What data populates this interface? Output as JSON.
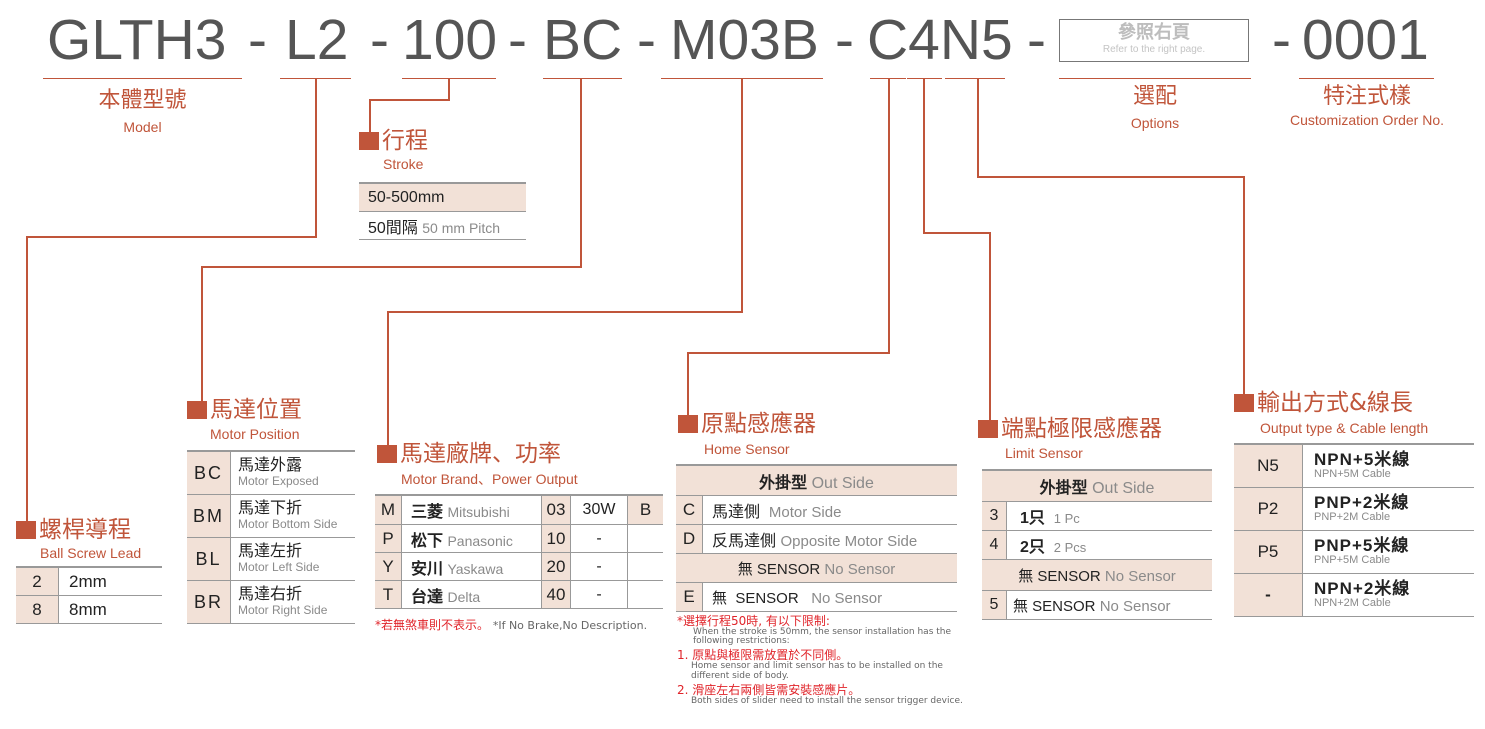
{
  "model_code": {
    "segments": [
      "GLTH3",
      "L2",
      "100",
      "BC",
      "M03B",
      "C4N5",
      "0001"
    ],
    "separator": "-",
    "options_box": {
      "zh": "參照右頁",
      "en": "Refer to the right page."
    }
  },
  "top_labels": {
    "model": {
      "zh": "本體型號",
      "en": "Model"
    },
    "options": {
      "zh": "選配",
      "en": "Options"
    },
    "custom": {
      "zh": "特注式樣",
      "en": "Customization Order No."
    }
  },
  "stroke": {
    "title_zh": "行程",
    "title_en": "Stroke",
    "rows": [
      {
        "main": "50-500mm",
        "sub": ""
      },
      {
        "main": "50間隔",
        "sub": "50 mm Pitch"
      }
    ]
  },
  "lead": {
    "title_zh": "螺桿導程",
    "title_en": "Ball Screw Lead",
    "rows": [
      {
        "code": "2",
        "value": "2mm"
      },
      {
        "code": "8",
        "value": "8mm"
      }
    ]
  },
  "motor_position": {
    "title_zh": "馬達位置",
    "title_en": "Motor Position",
    "rows": [
      {
        "code": "BC",
        "zh": "馬達外露",
        "en": "Motor Exposed"
      },
      {
        "code": "BM",
        "zh": "馬達下折",
        "en": "Motor Bottom Side"
      },
      {
        "code": "BL",
        "zh": "馬達左折",
        "en": "Motor Left Side"
      },
      {
        "code": "BR",
        "zh": "馬達右折",
        "en": "Motor Right Side"
      }
    ]
  },
  "motor_brand": {
    "title_zh": "馬達廠牌、功率",
    "title_en": "Motor Brand、Power Output",
    "rows": [
      {
        "code": "M",
        "zh": "三菱",
        "en": "Mitsubishi",
        "pcode": "03",
        "power": "30W",
        "brake": "B"
      },
      {
        "code": "P",
        "zh": "松下",
        "en": "Panasonic",
        "pcode": "10",
        "power": "-",
        "brake": ""
      },
      {
        "code": "Y",
        "zh": "安川",
        "en": "Yaskawa",
        "pcode": "20",
        "power": "-",
        "brake": ""
      },
      {
        "code": "T",
        "zh": "台達",
        "en": "Delta",
        "pcode": "40",
        "power": "-",
        "brake": ""
      }
    ],
    "note_zh": "*若無煞車則不表示。",
    "note_en": "*If No Brake,No Description."
  },
  "home_sensor": {
    "title_zh": "原點感應器",
    "title_en": "Home Sensor",
    "group1": {
      "zh": "外掛型",
      "en": "Out Side"
    },
    "rows1": [
      {
        "code": "C",
        "zh": "馬達側",
        "en": "Motor Side"
      },
      {
        "code": "D",
        "zh": "反馬達側",
        "en": "Opposite Motor Side"
      }
    ],
    "group2": {
      "zh": "無 SENSOR",
      "en": "No Sensor"
    },
    "rows2": [
      {
        "code": "E",
        "zh": "無  SENSOR",
        "en": "No Sensor"
      }
    ],
    "notes": {
      "head_zh": "*選擇行程50時, 有以下限制:",
      "head_en": "When the stroke is 50mm, the sensor installation has the following restrictions:",
      "item1_zh": "1. 原點與極限需放置於不同側。",
      "item1_en": "Home sensor and limit sensor has to be installed on the different side of body.",
      "item2_zh": "2. 滑座左右兩側皆需安裝感應片。",
      "item2_en": "Both sides of slider need to install the sensor trigger device."
    }
  },
  "limit_sensor": {
    "title_zh": "端點極限感應器",
    "title_en": "Limit Sensor",
    "group1": {
      "zh": "外掛型",
      "en": "Out Side"
    },
    "rows1": [
      {
        "code": "3",
        "zh": "1只",
        "en": "1 Pc"
      },
      {
        "code": "4",
        "zh": "2只",
        "en": "2 Pcs"
      }
    ],
    "group2": {
      "zh": "無 SENSOR",
      "en": "No Sensor"
    },
    "rows2": [
      {
        "code": "5",
        "zh": "無 SENSOR",
        "en": "No Sensor"
      }
    ]
  },
  "output": {
    "title_zh": "輸出方式&線長",
    "title_en": "Output type & Cable length",
    "rows": [
      {
        "code": "N5",
        "zh": "NPN+5米線",
        "en": "NPN+5M Cable"
      },
      {
        "code": "P2",
        "zh": "PNP+2米線",
        "en": "PNP+2M Cable"
      },
      {
        "code": "P5",
        "zh": "PNP+5米線",
        "en": "PNP+5M Cable"
      },
      {
        "code": "-",
        "zh": "NPN+2米線",
        "en": "NPN+2M Cable"
      }
    ]
  },
  "colors": {
    "accent": "#c0553a",
    "key_bg": "#f2e1d7",
    "code_text": "#555555",
    "note_red": "#e0242a"
  }
}
